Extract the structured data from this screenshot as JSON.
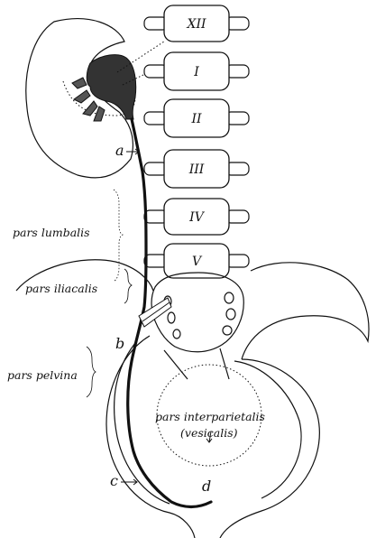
{
  "vertebrae": [
    "XII",
    "I",
    "II",
    "III",
    "IV",
    "V"
  ],
  "points": {
    "a": "a",
    "b": "b",
    "c": "c",
    "d": "d"
  },
  "regions": {
    "pars_lumbalis": "pars lumbalis",
    "pars_iliacalis": "pars iliacalis",
    "pars_pelvina": "pars pelvina",
    "pars_interparietalis": "pars interparietalis",
    "vesicalis": "(vesicalis)"
  },
  "colors": {
    "ink": "#111111",
    "paper": "#ffffff"
  }
}
